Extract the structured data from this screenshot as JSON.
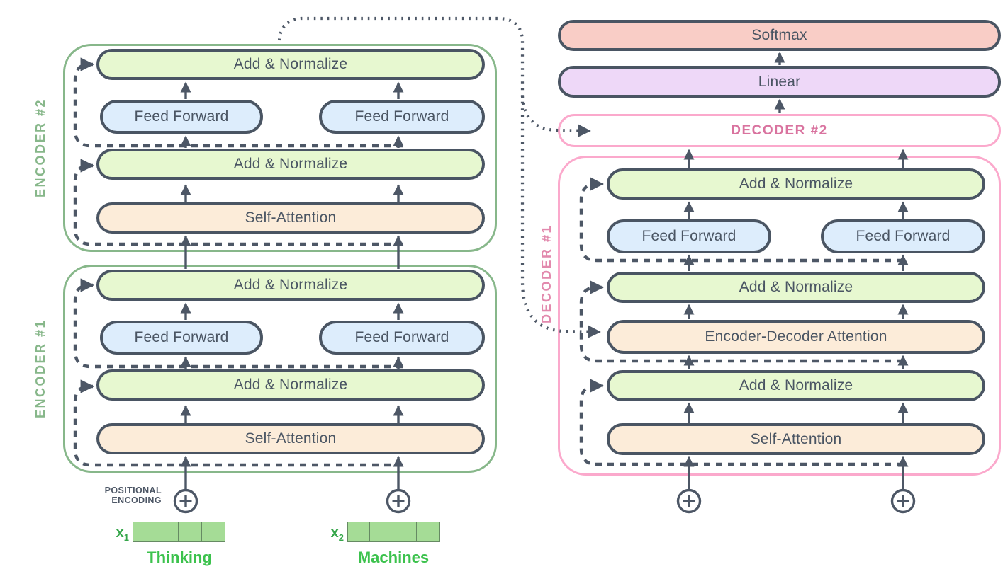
{
  "diagram": {
    "title_implied": "Transformer encoder-decoder stack",
    "encoders": {
      "encoder2_label": "ENCODER #2",
      "encoder1_label": "ENCODER #1",
      "add_normalize": "Add & Normalize",
      "feed_forward": "Feed Forward",
      "self_attention": "Self-Attention"
    },
    "decoders": {
      "decoder2_label": "DECODER #2",
      "decoder1_label": "DECODER #1",
      "softmax": "Softmax",
      "linear": "Linear",
      "add_normalize": "Add & Normalize",
      "feed_forward": "Feed Forward",
      "encoder_decoder_attention": "Encoder-Decoder Attention",
      "self_attention": "Self-Attention"
    },
    "inputs": {
      "positional_encoding_line1": "POSITIONAL",
      "positional_encoding_line2": "ENCODING",
      "x1_base": "x",
      "x1_sub": "1",
      "x2_base": "x",
      "x2_sub": "2",
      "word1": "Thinking",
      "word2": "Machines",
      "vector_cells": 4
    },
    "icons": {
      "plus_circle": "positional-encoding-add-icon"
    },
    "colors": {
      "add_normalize_fill": "#e7f8d0",
      "feed_forward_fill": "#ddedfc",
      "attention_fill": "#fcecd9",
      "softmax_fill": "#f9cdc6",
      "linear_fill": "#eed8f8",
      "box_border": "#4a5563",
      "arrow_line": "#4d5766",
      "encoder_accent": "#87b78a",
      "decoder_border": "#fba9cc",
      "decoder_label": "#d9739f",
      "input_word_green": "#3cc24d",
      "vector_fill": "#a5dc96",
      "vector_border": "#668a63",
      "background": "#ffffff"
    }
  }
}
